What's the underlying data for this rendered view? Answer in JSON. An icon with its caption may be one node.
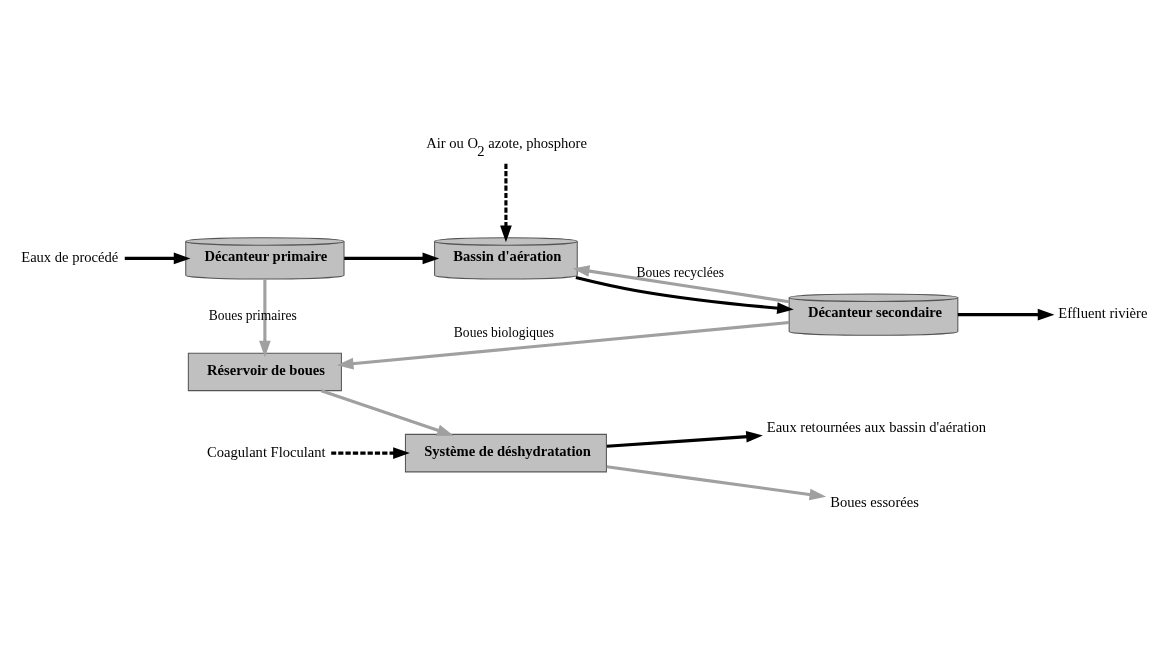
{
  "diagram": {
    "nodes": [
      {
        "text": [
          "Eaux de procédé"
        ]
      },
      {
        "text": [
          "Décanteur primaire"
        ]
      },
      {
        "text": [
          "Bassin d'aération"
        ]
      },
      {
        "text": [
          "Décanteur secondaire"
        ]
      },
      {
        "text": [
          "Effluent rivière"
        ]
      },
      {
        "text": [
          "Réservoir de boues"
        ]
      },
      {
        "text": [
          "Système de déshydratation"
        ]
      },
      {
        "text": [
          "Air ou O$_{2}$ azote, phosphore"
        ]
      },
      {
        "text": [
          "Coagulant Floculant"
        ]
      },
      {
        "text": [
          "Boues essorées"
        ]
      },
      {
        "text": [
          "Eaux retournées aux bassin d'aération"
        ]
      }
    ],
    "edges": [
      {
        "from": 0,
        "to": 1,
        "arrow": "to"
      },
      {
        "from": 1,
        "to": 2,
        "arrow": "to"
      },
      {
        "from": 2,
        "to": 3,
        "arrow": "to"
      },
      {
        "from": 3,
        "to": 4,
        "arrow": "to"
      },
      {
        "from": 1,
        "to": 5,
        "arrow": "to",
        "label": "Boues primaires",
        "color": "#a0a0a0"
      },
      {
        "from": 3,
        "to": 5,
        "arrow": "to",
        "label": "Boues biologiques",
        "color": "#a0a0a0"
      },
      {
        "from": 3,
        "to": 2,
        "arrow": "to",
        "label": "Boues recyclées",
        "color": "#a0a0a0"
      },
      {
        "from": 7,
        "to": 2,
        "arrow": "to",
        "style": "dashed"
      },
      {
        "from": 5,
        "to": 6,
        "arrow": "to",
        "color": "#a0a0a0"
      },
      {
        "from": 8,
        "to": 6,
        "arrow": "to",
        "style": "dashed"
      },
      {
        "from": 6,
        "to": 9,
        "arrow": "to",
        "color": "#a0a0a0"
      },
      {
        "from": 6,
        "to": 10,
        "arrow": "to"
      }
    ]
  }
}
